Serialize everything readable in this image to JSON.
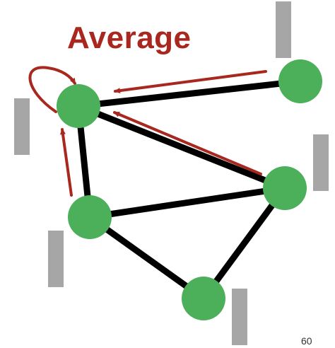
{
  "title": "Average",
  "page_number": "60",
  "colors": {
    "node": "#4caf5a",
    "edge": "#000000",
    "arrow": "#a8281f",
    "bar": "#a6a6a6",
    "title": "#a8281f"
  },
  "nodes": [
    {
      "id": "top-left"
    },
    {
      "id": "top-right"
    },
    {
      "id": "middle-right"
    },
    {
      "id": "lower-left"
    },
    {
      "id": "bottom"
    }
  ],
  "edges": [
    {
      "from": "top-left",
      "to": "top-right"
    },
    {
      "from": "top-left",
      "to": "middle-right"
    },
    {
      "from": "top-left",
      "to": "lower-left"
    },
    {
      "from": "lower-left",
      "to": "middle-right"
    },
    {
      "from": "lower-left",
      "to": "bottom"
    },
    {
      "from": "middle-right",
      "to": "bottom"
    }
  ],
  "arrows": [
    {
      "from": "top-right",
      "to": "top-left"
    },
    {
      "from": "middle-right",
      "to": "top-left"
    },
    {
      "from": "lower-left",
      "to": "top-left"
    },
    {
      "from": "top-left",
      "to": "top-left",
      "self_loop": true
    }
  ]
}
